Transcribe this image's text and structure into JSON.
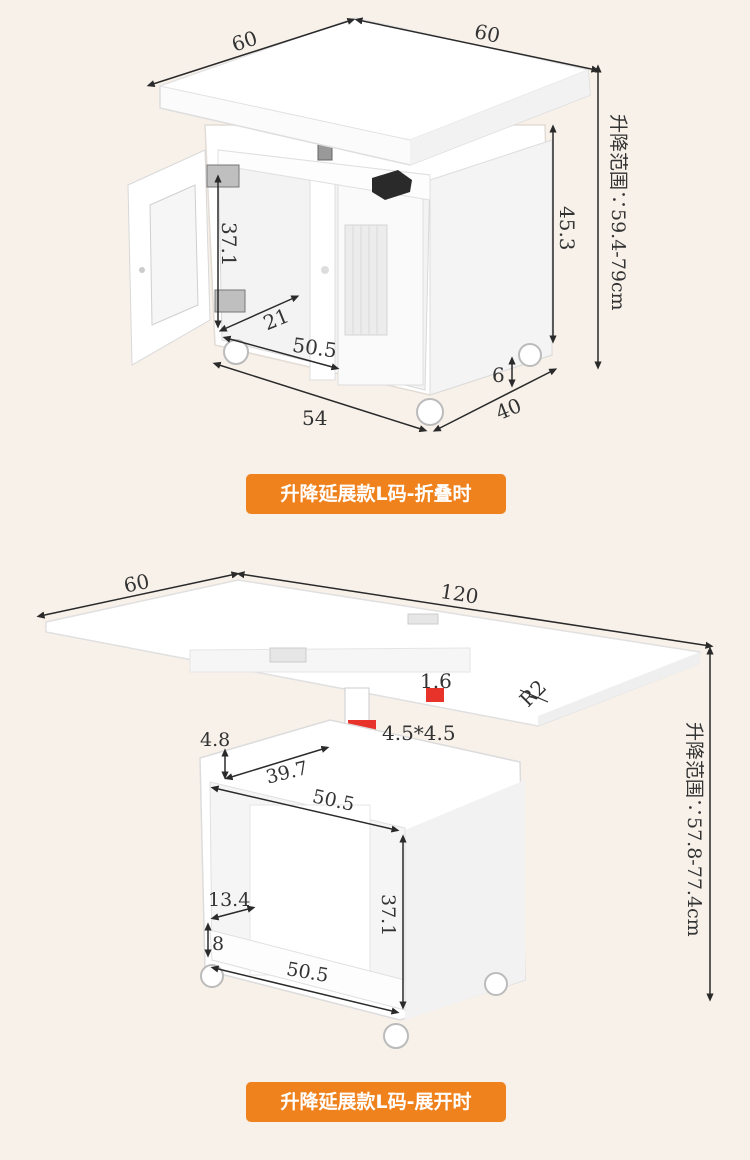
{
  "colors": {
    "background": "#f7f1ea",
    "accent_caption": "#f0821e",
    "marker_red": "#e8332a",
    "furniture": "#ffffff",
    "line": "#2a2a2a"
  },
  "folded": {
    "caption": "升降延展款L码-折叠时",
    "dims": {
      "top_left_depth": "60",
      "top_right_width": "60",
      "inner_height": "37.1",
      "inner_depth": "21",
      "inner_width": "50.5",
      "cabinet_height": "45.3",
      "wheel_height": "6",
      "base_width": "54",
      "base_depth": "40"
    },
    "range_label_vertical": "升降范围∵59.4-79cm"
  },
  "extended": {
    "caption": "升降延展款L码-展开时",
    "dims": {
      "top_depth": "60",
      "top_length": "120",
      "top_thickness": "1.6",
      "corner_radius": "R2",
      "post_section": "4.5*4.5",
      "top_shelf_height": "4.8",
      "top_shelf_depth": "39.7",
      "top_shelf_width": "50.5",
      "side_depth": "13.4",
      "bottom_shelf_height": "8",
      "bottom_width": "50.5",
      "inner_height": "37.1"
    },
    "range_label_vertical": "升降范围∵57.8-77.4cm"
  }
}
